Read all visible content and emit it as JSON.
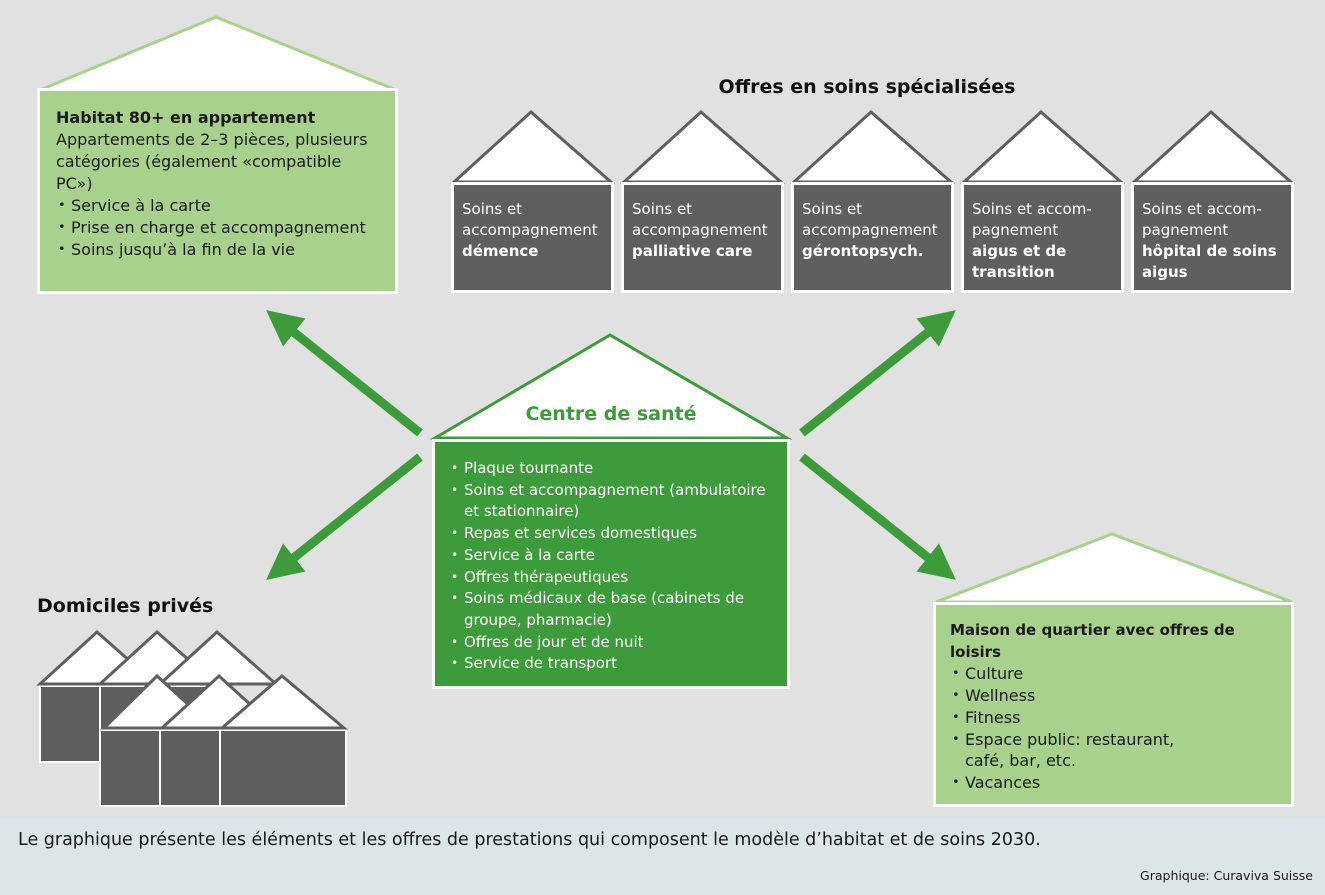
{
  "habitat": {
    "title": "Habitat 80+ en appartement",
    "desc": "Appartements de 2–3 pièces, plusieurs catégories (également «compatible PC»)",
    "items": [
      "Service à la carte",
      "Prise en charge et accompagnement",
      "Soins jusqu’à la fin de la vie"
    ]
  },
  "specialized": {
    "heading": "Offres en soins spécialisées",
    "offers": [
      {
        "line": "Soins et accompagnement",
        "bold": "démence"
      },
      {
        "line": "Soins et accompagnement",
        "bold": "palliative care"
      },
      {
        "line": "Soins et accompagnement",
        "bold": "gérontopsych."
      },
      {
        "line": "Soins et accom-pagnement",
        "bold": "aigus et de transition"
      },
      {
        "line": "Soins et accom-pagnement",
        "bold": "hôpital de soins aigus"
      }
    ]
  },
  "centre": {
    "title": "Centre de santé",
    "items": [
      "Plaque tournante",
      "Soins et accompagnement (ambulatoire et stationnaire)",
      "Repas et services domestiques",
      "Service à la carte",
      "Offres thérapeutiques",
      "Soins médicaux de base (cabinets de groupe, pharmacie)",
      "Offres de jour et de nuit",
      "Service de transport"
    ]
  },
  "domiciles": {
    "title": "Domiciles privés"
  },
  "maison": {
    "title": "Maison de quartier avec offres de loisirs",
    "items": [
      "Culture",
      "Wellness",
      "Fitness",
      "Espace public: restaurant, café, bar, etc.",
      "Vacances"
    ]
  },
  "caption": {
    "text": "Le graphique présente les éléments et les offres de prestations qui composent le modèle d’habitat et de soins 2030.",
    "credit": "Graphique: Curaviva Suisse"
  },
  "colors": {
    "background": "#e1e1e1",
    "light_green": "#a9d18e",
    "green": "#3e9b3c",
    "dark_grey": "#5f5f5f",
    "caption_bg": "#dce5e8"
  }
}
